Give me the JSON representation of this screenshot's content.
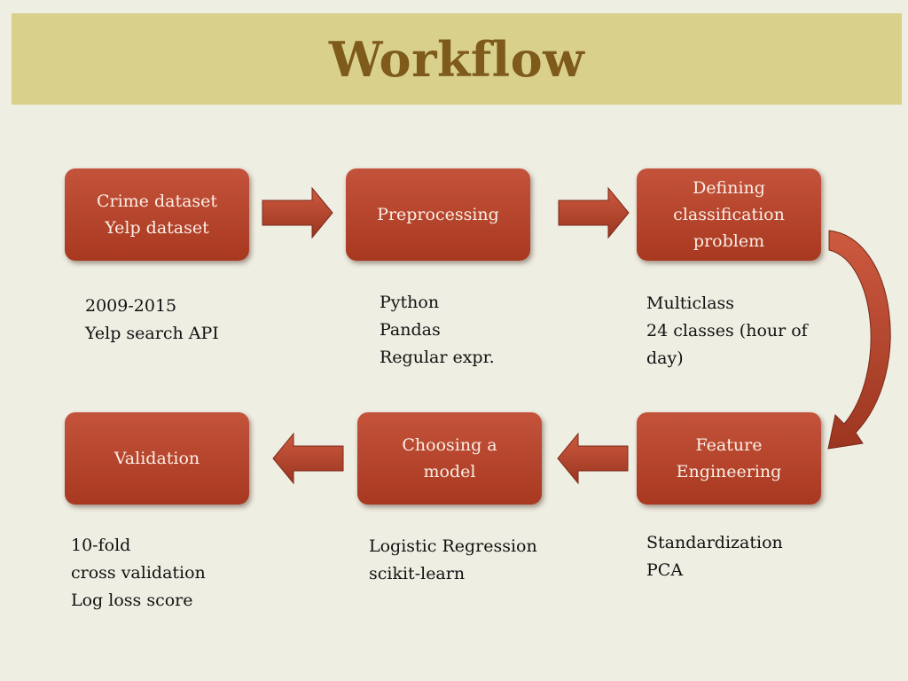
{
  "title": "Workflow",
  "boxes": {
    "data": [
      "Crime dataset",
      "Yelp dataset"
    ],
    "preprocessing": [
      "Preprocessing"
    ],
    "problem": [
      "Defining",
      "classification",
      "problem"
    ],
    "features": [
      "Feature",
      "Engineering"
    ],
    "model": [
      "Choosing a",
      "model"
    ],
    "validation": [
      "Validation"
    ]
  },
  "notes": {
    "data": [
      "2009-2015",
      "Yelp search API"
    ],
    "preprocessing": [
      "Python",
      "Pandas",
      "Regular expr."
    ],
    "problem": [
      "Multiclass",
      "24 classes (hour of",
      "day)"
    ],
    "features": [
      "Standardization",
      "PCA"
    ],
    "model": [
      "Logistic Regression",
      "scikit-learn"
    ],
    "validation": [
      "10-fold",
      "cross validation",
      "Log loss score"
    ]
  },
  "colors": {
    "title_band": "#d9d08c",
    "title_text": "#7e5a1b",
    "box": "#b5442b",
    "arrow": "#b2412a"
  }
}
